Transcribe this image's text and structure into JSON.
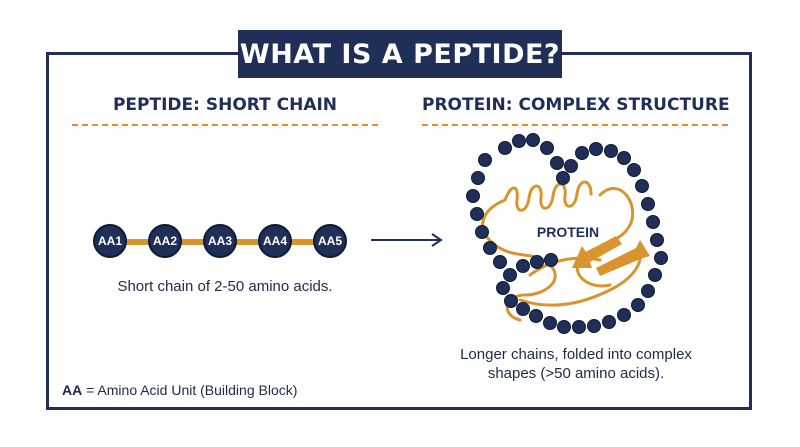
{
  "title": "WHAT IS A PEPTIDE?",
  "left": {
    "heading": "PEPTIDE: SHORT CHAIN",
    "amino_acids": [
      "AA1",
      "AA2",
      "AA3",
      "AA4",
      "AA5"
    ],
    "caption": "Short chain of 2-50 amino acids."
  },
  "right": {
    "heading": "PROTEIN: COMPLEX STRUCTURE",
    "label": "PROTEIN",
    "caption_line1": "Longer chains, folded into complex",
    "caption_line2": "shapes (>50 amino acids)."
  },
  "legend": {
    "abbr": "AA",
    "text": " = Amino Acid Unit (Building Block)"
  },
  "colors": {
    "navy": "#1f2f57",
    "gold": "#d9942e"
  }
}
